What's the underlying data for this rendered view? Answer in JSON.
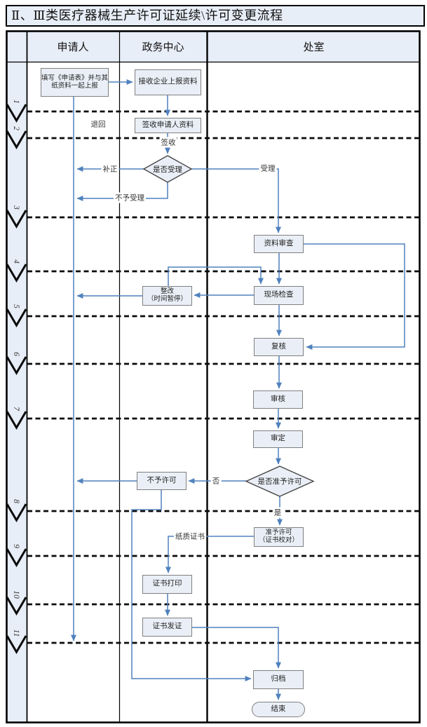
{
  "title": "Ⅱ、Ⅲ类医疗器械生产许可证延续\\许可变更流程",
  "columns": {
    "applicant": "申请人",
    "service_center": "政务中心",
    "department": "处室"
  },
  "steps": [
    "1",
    "2",
    "3",
    "4",
    "5",
    "6",
    "7",
    "8",
    "9",
    "10",
    "11"
  ],
  "nodes": {
    "fill_form": "填写《申请表》并与其纸资料一起上报",
    "receive_materials": "接收企业上报资料",
    "sign_for_materials": "签收申请人资料",
    "accept_decision": "是否受理",
    "material_review": "资料审查",
    "rectification": "整改\n（时间暂停）",
    "onsite_inspection": "现场检查",
    "recheck": "复核",
    "audit": "审核",
    "determination": "审定",
    "grant_decision": "是否准予许可",
    "deny_license": "不予许可",
    "grant_license": "准予许可\n（证书校对）",
    "certificate_print": "证书打印",
    "certificate_issue": "证书发证",
    "archive": "归档",
    "end": "结束"
  },
  "edge_labels": {
    "return": "退回",
    "sign": "签收",
    "correction": "补正",
    "accept": "受理",
    "reject_acceptance": "不予受理",
    "no": "否",
    "yes": "是",
    "paper_certificate": "纸质证书"
  },
  "colors": {
    "flow_line": "#4f81bd",
    "node_fill": "#eaeff7",
    "node_border": "#7f7f7f",
    "lane_fill": "#e8eef7",
    "grid_line": "#000000"
  }
}
